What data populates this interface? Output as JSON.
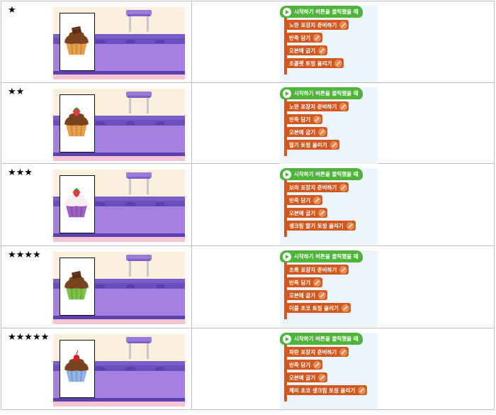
{
  "rows": [
    {
      "stars": "★",
      "cupcake": {
        "liner": "#e8a04c",
        "frosting": "#7a4320",
        "topping": "chocolate",
        "topping_color": "#5a2e14"
      },
      "code": {
        "hat": "시작하기 버튼을 클릭했을 때",
        "blocks": [
          "노란 포장지 준비하기",
          "반죽 담기",
          "오븐에 굽기",
          "초콜렛 토핑 올리기"
        ]
      }
    },
    {
      "stars": "★★",
      "cupcake": {
        "liner": "#e8a04c",
        "frosting": "#7a4320",
        "topping": "strawberry",
        "topping_color": "#e03b3b"
      },
      "code": {
        "hat": "시작하기 버튼을 클릭했을 때",
        "blocks": [
          "노란 포장지 준비하기",
          "반죽 담기",
          "오븐에 굽기",
          "딸기 토핑 올리기"
        ]
      }
    },
    {
      "stars": "★★★",
      "cupcake": {
        "liner": "#9c5fc2",
        "frosting": "#f7eef4",
        "topping": "strawberry",
        "topping_color": "#e03b3b"
      },
      "code": {
        "hat": "시작하기 버튼을 클릭했을 때",
        "blocks": [
          "보라 포장지 준비하기",
          "반죽 담기",
          "오븐에 굽기",
          "생크림 딸기 토핑 올리기"
        ]
      }
    },
    {
      "stars": "★★★★",
      "cupcake": {
        "liner": "#7cc24a",
        "frosting": "#7a4320",
        "topping": "chocolate",
        "topping_color": "#5a2e14"
      },
      "code": {
        "hat": "시작하기 버튼을 클릭했을 때",
        "blocks": [
          "초록 포장지 준비하기",
          "반죽 담기",
          "오븐에 굽기",
          "더블 초코 토핑 올리기"
        ]
      }
    },
    {
      "stars": "★★★★★",
      "cupcake": {
        "liner": "#8fb5e8",
        "frosting": "#7a4320",
        "topping": "cherry",
        "topping_color": "#d42424"
      },
      "code": {
        "hat": "시작하기 버튼을 클릭했을 때",
        "blocks": [
          "파란 포장지 준비하기",
          "반죽 담기",
          "오븐에 굽기",
          "체리 초코 생크림 토핑 올리기"
        ]
      }
    }
  ]
}
